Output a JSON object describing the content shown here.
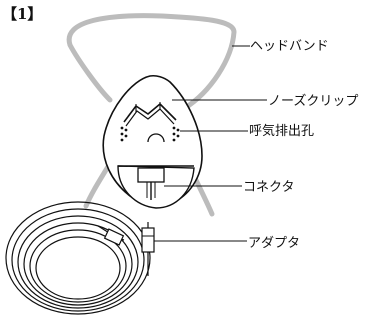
{
  "figure_label": "【1】",
  "callouts": {
    "headband": "ヘッドバンド",
    "nose_clip": "ノーズクリップ",
    "exhalation_holes": "呼気排出孔",
    "connector": "コネクタ",
    "adapter": "アダプタ"
  },
  "colors": {
    "headband": "#bcbcbc",
    "outline": "#111111",
    "background": "#ffffff"
  }
}
